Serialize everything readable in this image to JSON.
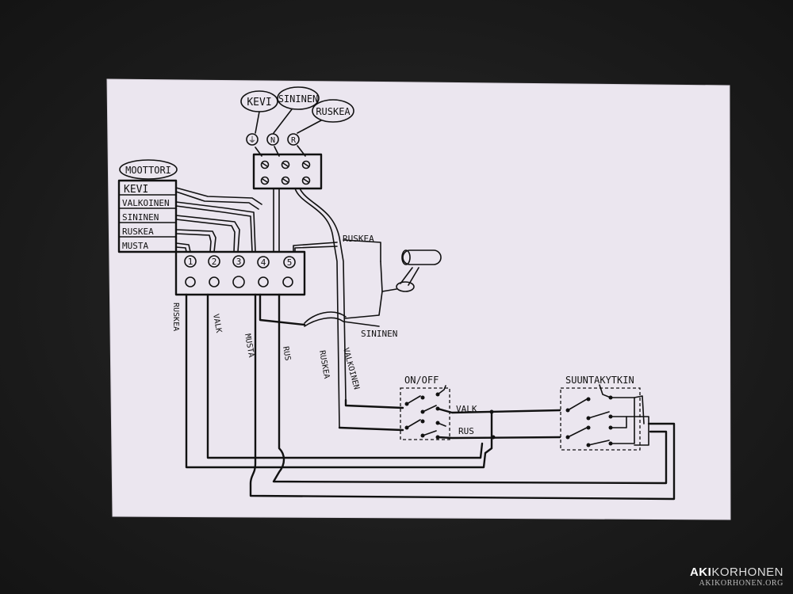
{
  "labels": {
    "moottori": "MOOTTORI",
    "motor_wires": [
      "KEVI",
      "VALKOINEN",
      "SININEN",
      "RUSKEA",
      "MUSTA"
    ],
    "top_tags": [
      "KEVI",
      "SININEN",
      "RUSKEA"
    ],
    "top_terminals": [
      "⏚",
      "N",
      "R"
    ],
    "terminal_numbers": [
      "1",
      "2",
      "3",
      "4",
      "5"
    ],
    "ruskea_upper": "RUSKEA",
    "sininen_lower": "SININEN",
    "vertical_wires": [
      "RUSKEA",
      "VALK",
      "MUSTA",
      "RUS"
    ],
    "vertical_wires_right": [
      "RUSKEA",
      "VALKOINEN"
    ],
    "onoff": "ON/OFF",
    "suunta": "SUUNTAKYTKIN",
    "valk": "VALK",
    "rus": "RUS"
  },
  "watermark": {
    "brand_bold": "AKI",
    "brand_rest": "KORHONEN",
    "url": "AKIKORHONEN.ORG"
  },
  "colors": {
    "paper": "#ebe6ef",
    "ink": "#111111",
    "background": "#1c1c1c"
  }
}
